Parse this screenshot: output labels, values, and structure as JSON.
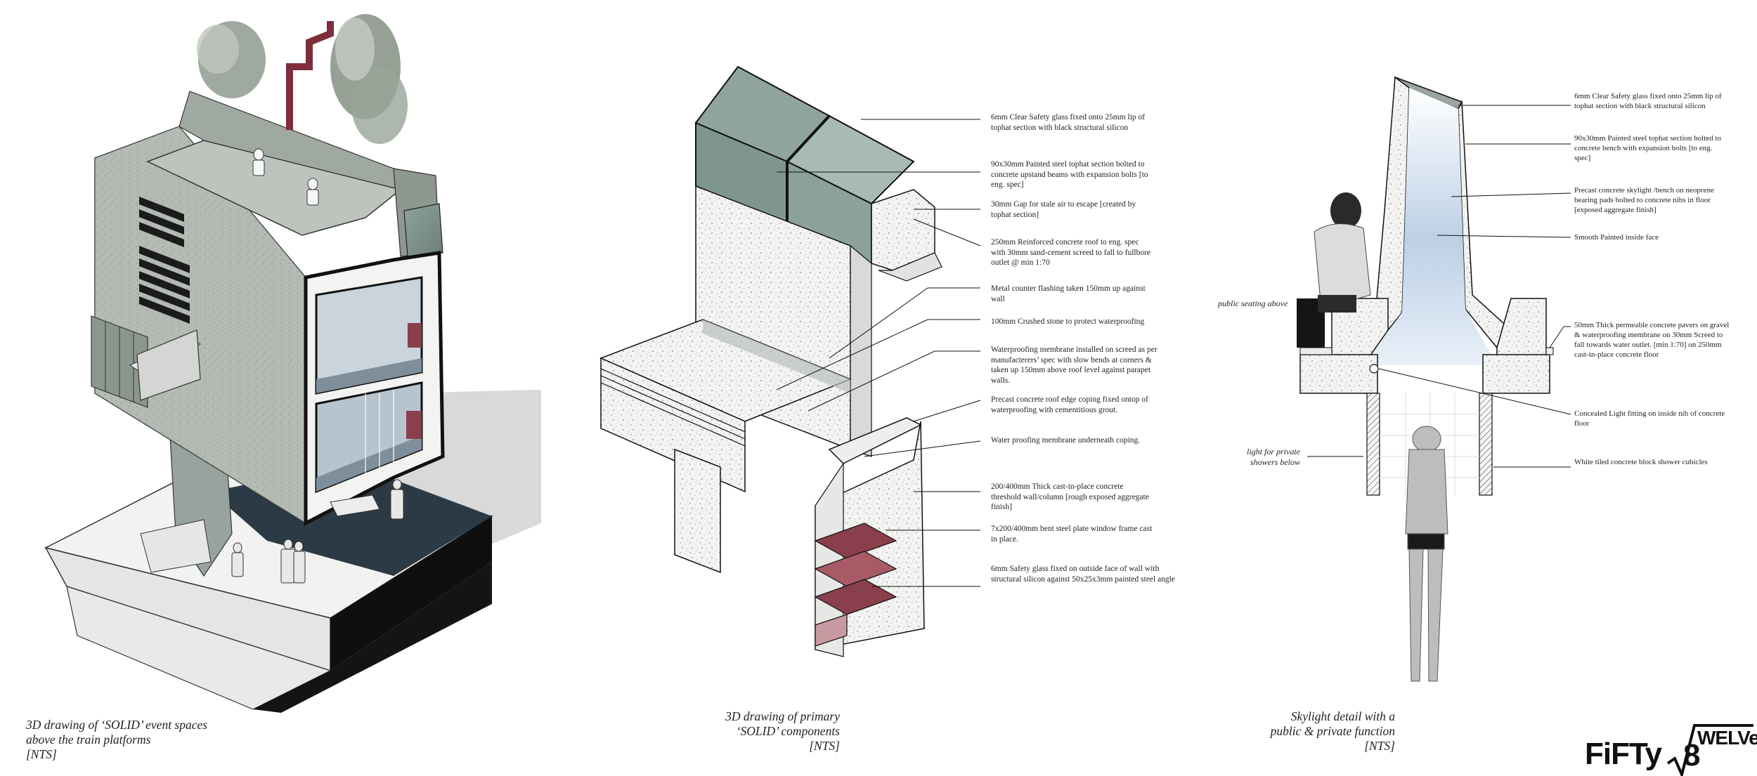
{
  "panel1": {
    "caption": [
      "3D drawing of ‘SOLID’ event spaces",
      "above the train platforms",
      "[NTS]"
    ]
  },
  "panel2": {
    "caption": [
      "3D drawing of primary",
      "‘SOLID’ components",
      "[NTS]"
    ],
    "notes": [
      "6mm Clear Safety glass fixed onto 25mm lip of tophat section with black structural silicon",
      "90x30mm Painted steel tophat section bolted to concrete upstand beams with expansion bolts [to eng. spec]",
      "30mm Gap for stale air to escape [created by tophat section]",
      "250mm Reinforced concrete roof to eng. spec with 30mm sand-cement screed to fall to fullbore outlet @ min 1:70",
      "Metal counter flashing taken 150mm up against wall",
      "100mm Crushed stone to protect waterproofing",
      "Waterproofing membrane installed on screed as per manufacterers’ spec with slow bends at corners & taken up 150mm above roof level against parapet walls.",
      "Precast concrete roof edge coping fixed ontop of waterproofing with cementitious grout.",
      "Water proofing membrane underneath coping.",
      "200/400mm Thick cast-in-place concrete threshold wall/column [rough exposed aggregate finish]",
      "7x200/400mm bent steel plate window frame cast in place.",
      "6mm Safety glass fixed on outside face of wall with structural silicon against 50x25x3mm painted steel angle"
    ]
  },
  "panel3": {
    "caption": [
      "Skylight detail with a",
      "public & private function",
      "[NTS]"
    ],
    "notes": [
      "6mm Clear Safety glass fixed onto 25mm lip of tophat section with black structural silicon",
      "90x30mm Painted steel tophat section bolted to concrete bench with expansion bolts [to eng. spec]",
      "Precast concrete skylight /bench on neoprene bearing pads bolted to concrete nibs in floor [exposed aggregate finish]",
      "Smooth Painted inside face",
      "50mm Thick permeable concrete pavers on gravel & waterproofing membrane on 30mm Screed to fall towards water outlet. [min 1:70] on 250mm cast-in-place concrete floor",
      "Concealed Light fitting on inside nib of concrete floor",
      "White tiled concrete block shower cubicles"
    ],
    "public_label": "public seating above",
    "private_label": [
      "light for private",
      "showers below"
    ]
  },
  "logo": {
    "left": "FiFTy",
    "digit": "8",
    "right": "WELVe"
  },
  "colors": {
    "concrete": "#aab3ab",
    "concrete_dark": "#6f7a72",
    "glass": "#7f968f",
    "oxblood": "#8a3f4c",
    "mauve": "#c79aa2",
    "shadow": "#d6d6d6",
    "base_dark": "#141414"
  }
}
